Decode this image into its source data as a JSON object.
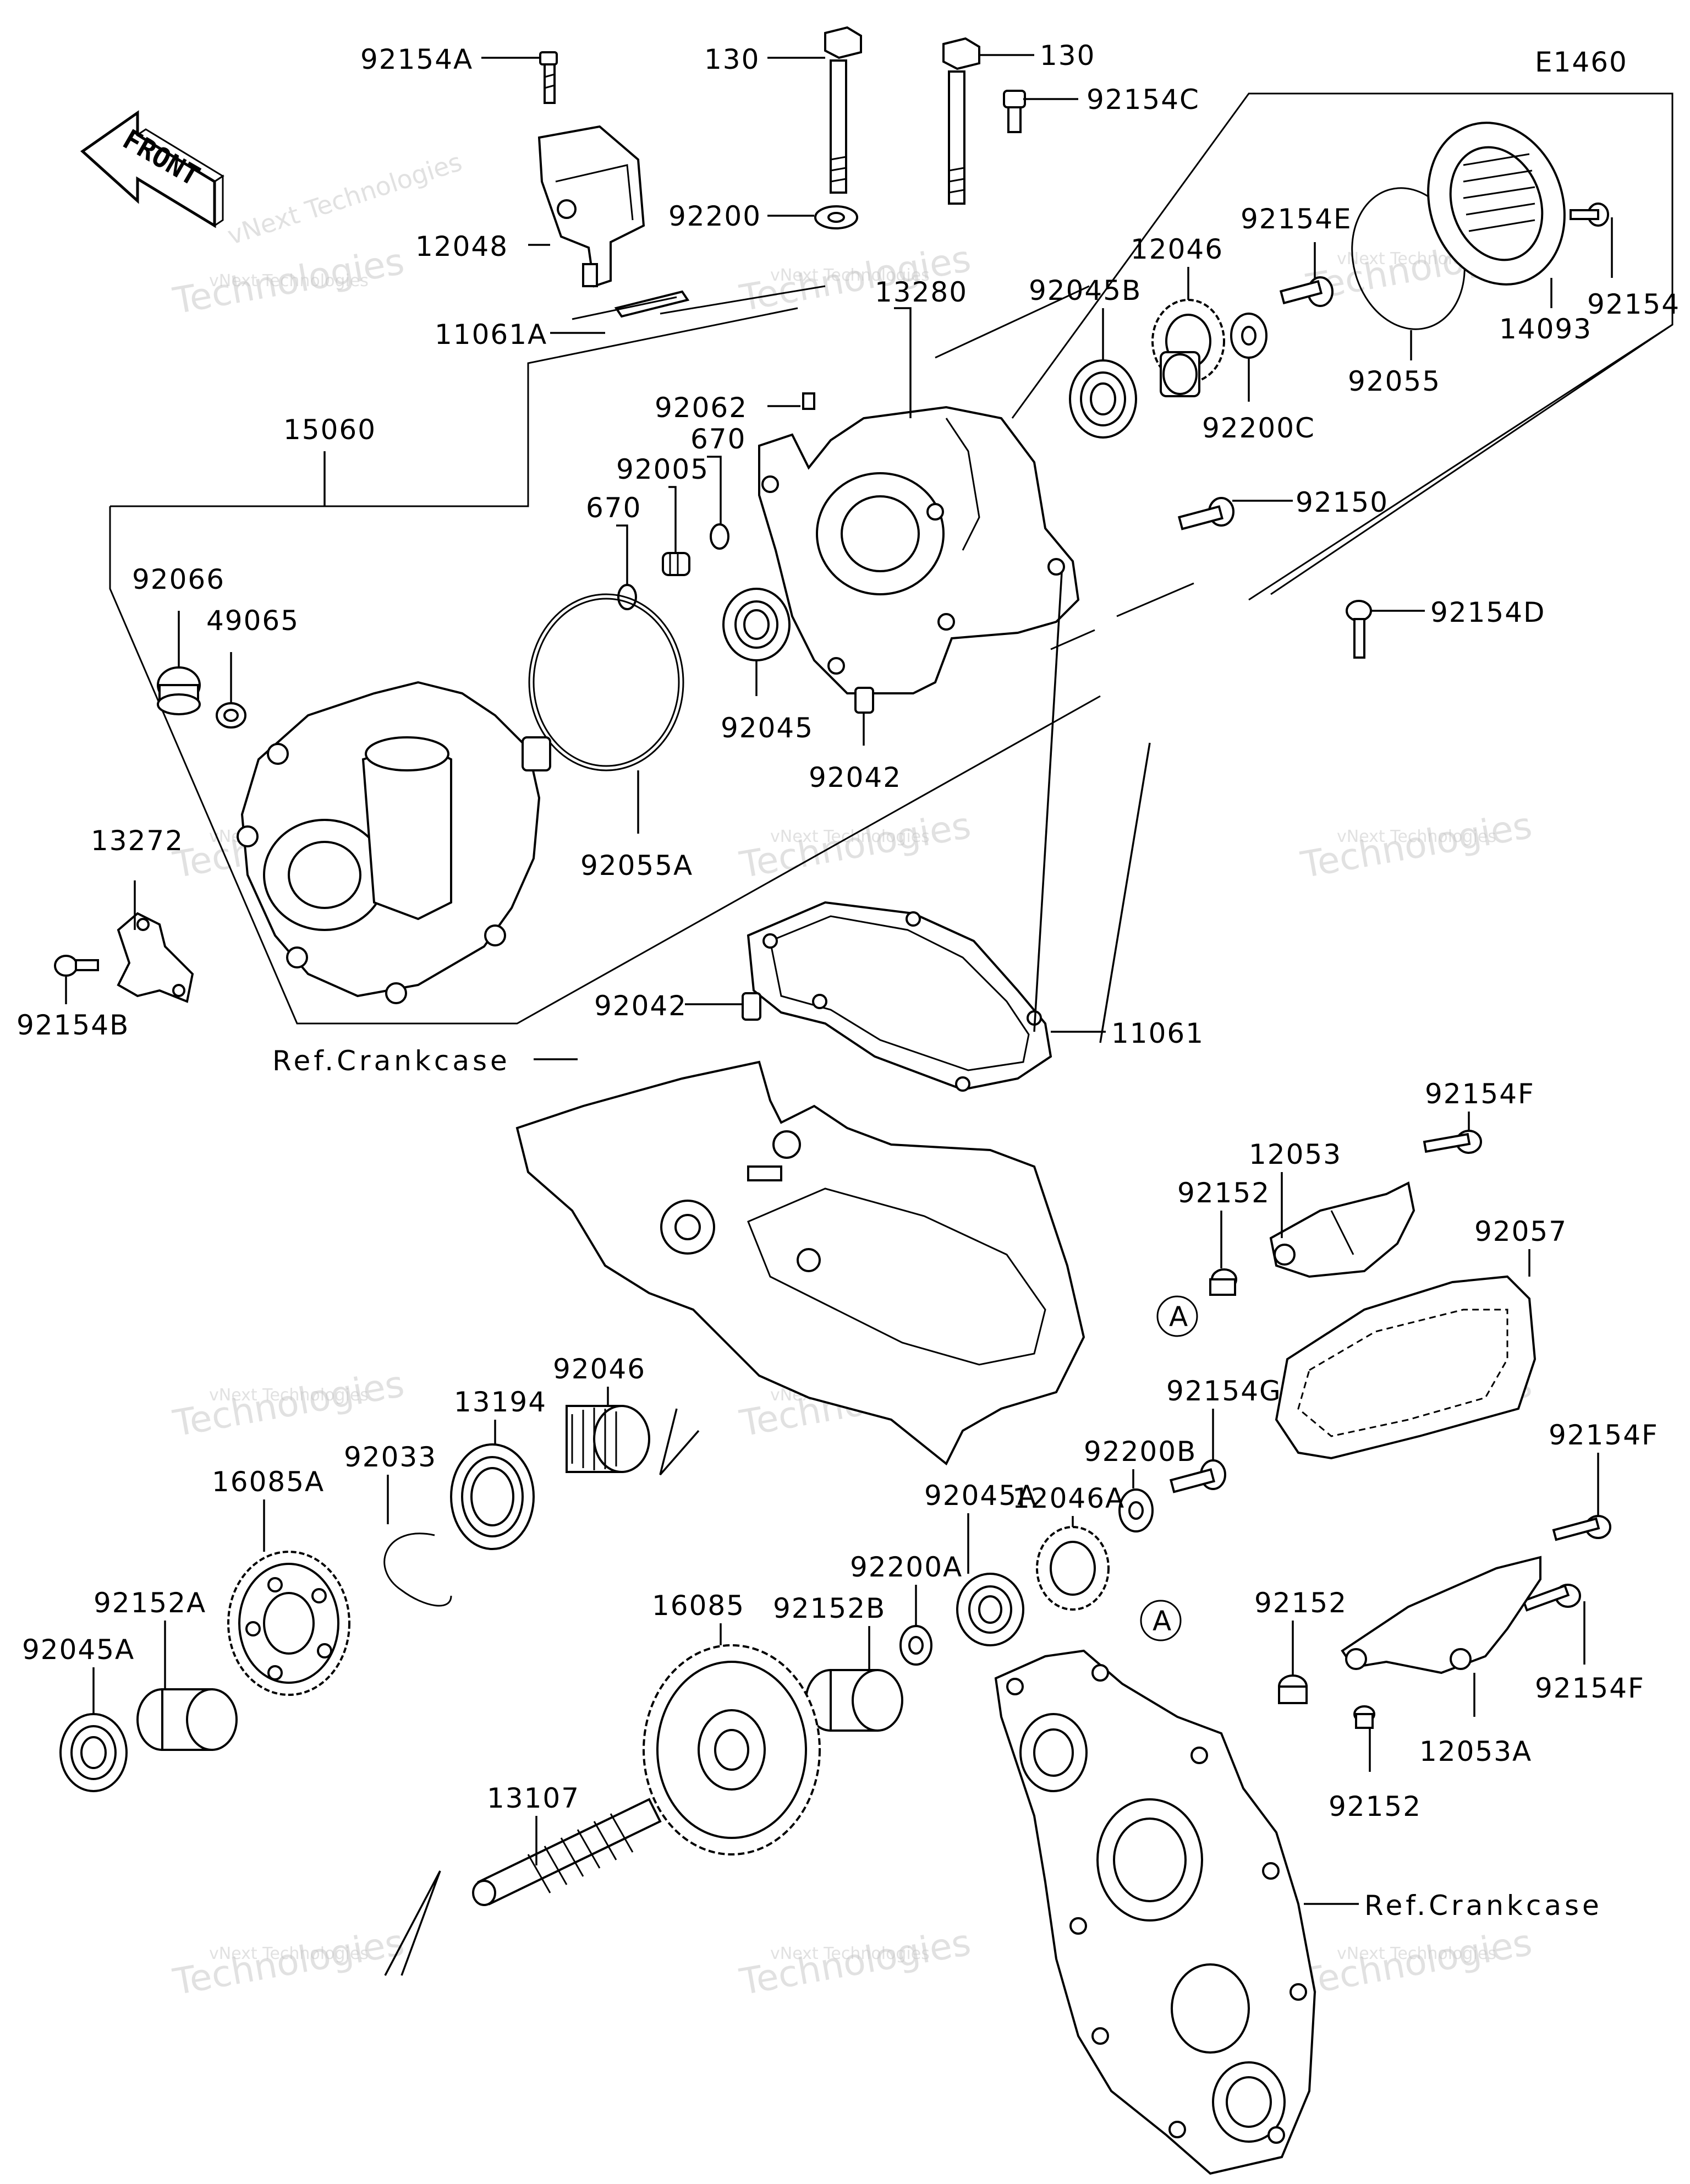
{
  "diagram_code": "E1460",
  "front_label": "FRONT",
  "watermark": {
    "line1": "vNext Technologies",
    "line2": "Technologies"
  },
  "labels": {
    "p92154A": "92154A",
    "p130a": "130",
    "p130b": "130",
    "p92154C": "92154C",
    "p92200": "92200",
    "p12048": "12048",
    "p11061A": "11061A",
    "p92062": "92062",
    "p13280": "13280",
    "p670a": "670",
    "p92005": "92005",
    "p670b": "670",
    "p15060": "15060",
    "p92066": "92066",
    "p49065": "49065",
    "p13272": "13272",
    "p92154B": "92154B",
    "p92045": "92045",
    "p92042a": "92042",
    "p92055A": "92055A",
    "p92045B": "92045B",
    "p12046": "12046",
    "p92200C": "92200C",
    "p92154E": "92154E",
    "p92055": "92055",
    "p14093": "14093",
    "p92154": "92154",
    "p92150": "92150",
    "p92154D": "92154D",
    "p92042b": "92042",
    "p11061": "11061",
    "pRefCrank1": "Ref.Crankcase",
    "p92154Fa": "92154F",
    "p12053": "12053",
    "p92152a": "92152",
    "pA1": "A",
    "p92057": "92057",
    "p92046": "92046",
    "p13194": "13194",
    "p92033": "92033",
    "p16085A": "16085A",
    "p92154G": "92154G",
    "p92200B": "92200B",
    "p12046A": "12046A",
    "p92045Aa": "92045A",
    "p92200A": "92200A",
    "p92154Fb": "92154F",
    "p92152A": "92152A",
    "p92045Ab": "92045A",
    "p16085": "16085",
    "p92152B": "92152B",
    "pA2": "A",
    "p92152b": "92152",
    "p92154Fc": "92154F",
    "p12053A": "12053A",
    "p92152c": "92152",
    "p13107": "13107",
    "pRefCrank2": "Ref.Crankcase"
  }
}
